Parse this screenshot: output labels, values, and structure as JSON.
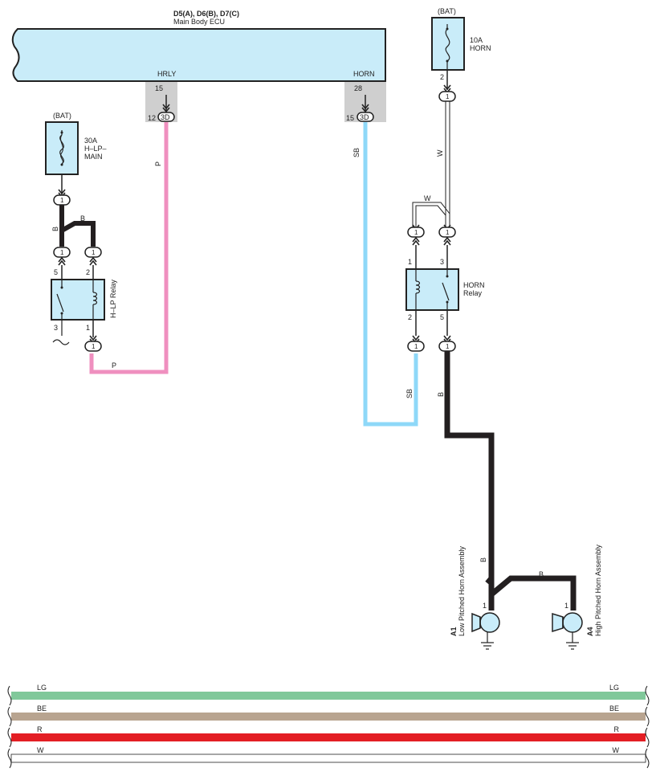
{
  "ecu": {
    "codes": "D5(A), D6(B), D7(C)",
    "name": "Main Body ECU",
    "pin_hrly_label": "HRLY",
    "pin_horn_label": "HORN",
    "hrly_pin_num": "15",
    "hrly_conn_pin": "12",
    "hrly_conn": "3D",
    "horn_pin_num": "28",
    "horn_conn_pin": "15",
    "horn_conn": "3D"
  },
  "fuse_hlp": {
    "source": "(BAT)",
    "amps": "30A",
    "line1": "H–LP–",
    "line2": "MAIN"
  },
  "fuse_horn": {
    "source": "(BAT)",
    "amps": "10A",
    "name": "HORN",
    "pin": "2"
  },
  "hlp_relay": {
    "name": "H–LP Relay",
    "pin_5": "5",
    "pin_2": "2",
    "pin_3": "3",
    "pin_1": "1"
  },
  "horn_relay": {
    "name_line1": "HORN",
    "name_line2": "Relay",
    "pin_1": "1",
    "pin_3": "3",
    "pin_2": "2",
    "pin_5": "5"
  },
  "connector_label": "1",
  "wires": {
    "p": "P",
    "b": "B",
    "sb": "SB",
    "w": "W"
  },
  "horn_low": {
    "code": "A1",
    "name": "Low Pitched Horn Assembly",
    "pin": "1"
  },
  "horn_high": {
    "code": "A4",
    "name": "High Pitched Horn Assembly",
    "pin": "1"
  },
  "colors": {
    "pink": "#ef8fbf",
    "light_blue": "#8ed8f8",
    "black": "#231f20",
    "box_fill": "#c9ecf9",
    "gray": "#cfcfcf"
  },
  "legend": [
    {
      "code": "LG",
      "color": "#80c89a"
    },
    {
      "code": "BE",
      "color": "#b8a490"
    },
    {
      "code": "R",
      "color": "#e31e24"
    },
    {
      "code": "W",
      "color": "#ffffff"
    }
  ]
}
